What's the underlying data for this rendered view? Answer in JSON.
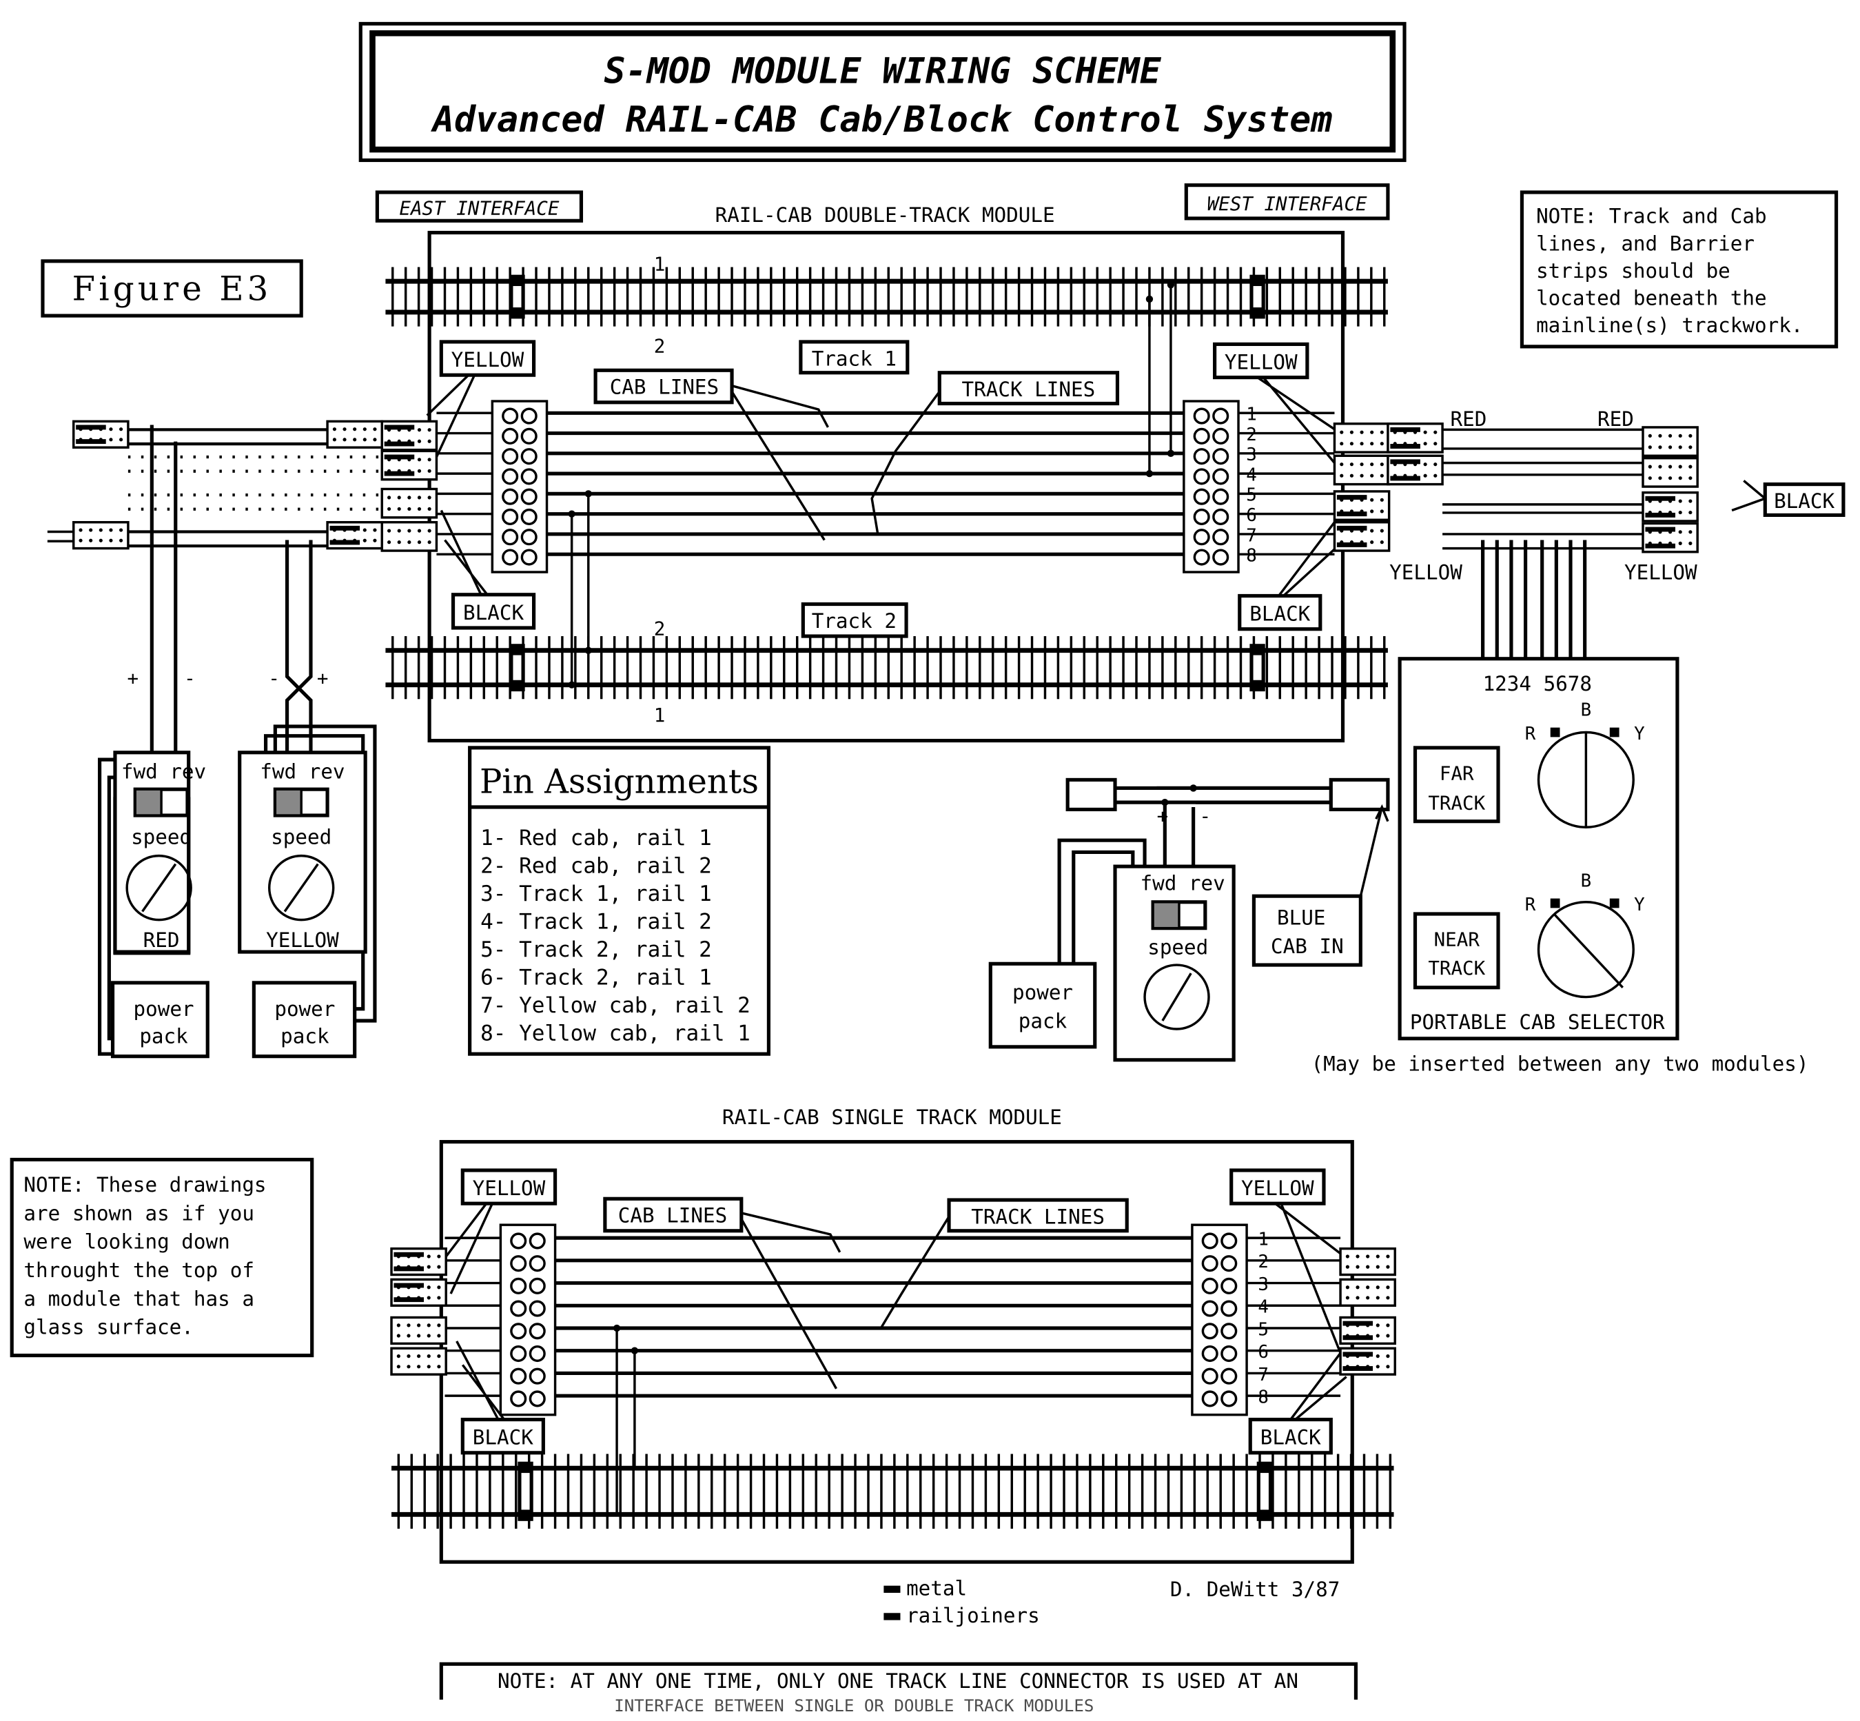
{
  "header": {
    "title_line1": "S-MOD MODULE WIRING SCHEME",
    "title_line2": "Advanced RAIL-CAB Cab/Block Control System"
  },
  "figure_label": "Figure E3",
  "double_track_module": {
    "title": "RAIL-CAB DOUBLE-TRACK MODULE",
    "east_interface": "EAST INTERFACE",
    "west_interface": "WEST INTERFACE",
    "track1_label": "Track 1",
    "track2_label": "Track 2",
    "cab_lines": "CAB LINES",
    "track_lines": "TRACK LINES",
    "yellow": "YELLOW",
    "black": "BLACK",
    "rail_numbers": [
      "1",
      "2",
      "2",
      "1"
    ],
    "pin_numbers": [
      "1",
      "2",
      "3",
      "4",
      "5",
      "6",
      "7",
      "8"
    ]
  },
  "top_note": {
    "lines": [
      "NOTE: Track and Cab",
      "lines, and Barrier",
      "strips should be",
      "located beneath the",
      "mainline(s) trackwork."
    ]
  },
  "right_connectors": {
    "red": "RED",
    "yellow": "YELLOW",
    "black": "BLACK"
  },
  "cab_controllers": [
    {
      "fwd_rev": "fwd rev",
      "speed": "speed",
      "name": "RED",
      "plus": "+",
      "minus": "-",
      "power_pack": [
        "power",
        "pack"
      ]
    },
    {
      "fwd_rev": "fwd rev",
      "speed": "speed",
      "name": "YELLOW",
      "plus": "+",
      "minus": "-",
      "power_pack": [
        "power",
        "pack"
      ]
    }
  ],
  "blue_cab": {
    "fwd_rev": "fwd rev",
    "speed": "speed",
    "plus": "+",
    "minus": "-",
    "power_pack": [
      "power",
      "pack"
    ],
    "cab_in_label": [
      "BLUE",
      "CAB IN"
    ]
  },
  "pin_assignments": {
    "title": "Pin Assignments",
    "items": [
      "1- Red cab, rail 1",
      "2- Red cab, rail 2",
      "3- Track 1, rail 1",
      "4- Track 1, rail 2",
      "5- Track 2, rail 2",
      "6- Track 2, rail 1",
      "7- Yellow cab, rail 2",
      "8- Yellow cab, rail 1"
    ]
  },
  "cab_selector": {
    "pins": "1234 5678",
    "far_track": [
      "FAR",
      "TRACK"
    ],
    "near_track": [
      "NEAR",
      "TRACK"
    ],
    "positions": [
      "R",
      "B",
      "Y"
    ],
    "footer": "PORTABLE CAB SELECTOR",
    "caption": "(May be inserted between any two modules)"
  },
  "single_track_module": {
    "title": "RAIL-CAB SINGLE TRACK MODULE",
    "cab_lines": "CAB LINES",
    "track_lines": "TRACK LINES",
    "yellow": "YELLOW",
    "black": "BLACK",
    "pin_numbers": [
      "1",
      "2",
      "3",
      "4",
      "5",
      "6",
      "7",
      "8"
    ]
  },
  "side_note": {
    "lines": [
      "NOTE: These drawings",
      "are shown as if you",
      "were looking down",
      "throught the top of",
      "a module that has a",
      "glass surface."
    ]
  },
  "legend": {
    "items": [
      "metal",
      "railjoiners"
    ]
  },
  "author": "D. DeWitt 3/87",
  "bottom_note": {
    "line1": "NOTE: AT ANY ONE TIME, ONLY ONE TRACK LINE CONNECTOR IS USED AT AN",
    "line2": "INTERFACE BETWEEN SINGLE OR DOUBLE TRACK MODULES"
  }
}
